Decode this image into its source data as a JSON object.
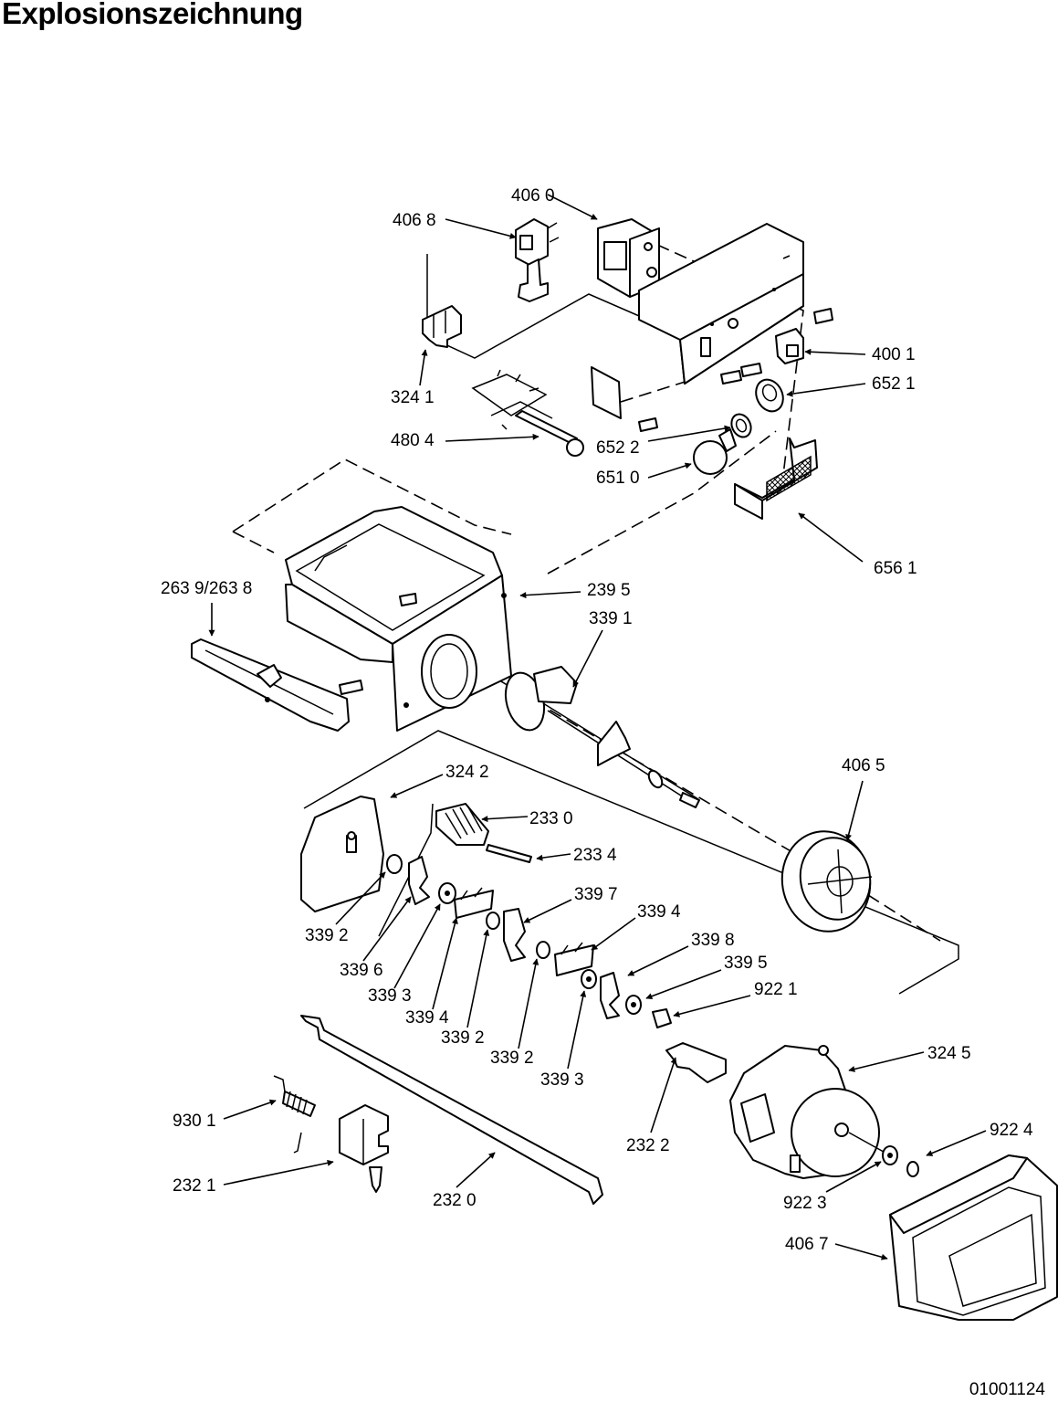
{
  "page": {
    "title": "Explosionszeichnung",
    "doc_code": "01001124"
  },
  "labels": [
    {
      "id": "4060",
      "text": "406 0"
    },
    {
      "id": "4068",
      "text": "406 8"
    },
    {
      "id": "4001",
      "text": "400 1"
    },
    {
      "id": "6521",
      "text": "652 1"
    },
    {
      "id": "3241",
      "text": "324 1"
    },
    {
      "id": "4804",
      "text": "480 4"
    },
    {
      "id": "6522",
      "text": "652 2"
    },
    {
      "id": "6510",
      "text": "651 0"
    },
    {
      "id": "6561",
      "text": "656 1"
    },
    {
      "id": "2639",
      "text": "263 9/263 8"
    },
    {
      "id": "2395",
      "text": "239 5"
    },
    {
      "id": "3391",
      "text": "339 1"
    },
    {
      "id": "4065",
      "text": "406 5"
    },
    {
      "id": "3242",
      "text": "324 2"
    },
    {
      "id": "2330",
      "text": "233 0"
    },
    {
      "id": "2334",
      "text": "233 4"
    },
    {
      "id": "3397",
      "text": "339 7"
    },
    {
      "id": "3394a",
      "text": "339 4"
    },
    {
      "id": "3398",
      "text": "339 8"
    },
    {
      "id": "3395",
      "text": "339 5"
    },
    {
      "id": "9221",
      "text": "922 1"
    },
    {
      "id": "3392a",
      "text": "339 2"
    },
    {
      "id": "3396",
      "text": "339 6"
    },
    {
      "id": "3393a",
      "text": "339 3"
    },
    {
      "id": "3394b",
      "text": "339 4"
    },
    {
      "id": "3392b",
      "text": "339 2"
    },
    {
      "id": "3392c",
      "text": "339 2"
    },
    {
      "id": "3393b",
      "text": "339 3"
    },
    {
      "id": "3245",
      "text": "324 5"
    },
    {
      "id": "2322",
      "text": "232 2"
    },
    {
      "id": "9301",
      "text": "930 1"
    },
    {
      "id": "9224",
      "text": "922 4"
    },
    {
      "id": "2321",
      "text": "232 1"
    },
    {
      "id": "2320",
      "text": "232 0"
    },
    {
      "id": "9223",
      "text": "922 3"
    },
    {
      "id": "4067",
      "text": "406 7"
    }
  ]
}
